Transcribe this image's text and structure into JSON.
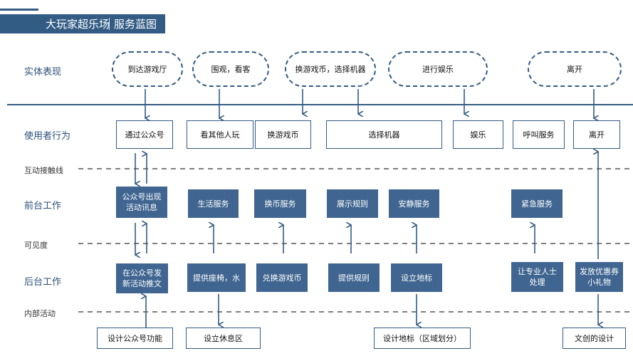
{
  "header": {
    "title": "大玩家超乐场",
    "subtitle": "服务蓝图"
  },
  "rows": {
    "physical": "实体表现",
    "user_actions": "使用者行为",
    "interaction_line": "互动接触线",
    "frontstage": "前台工作",
    "visibility_line": "可见度",
    "backstage": "后台工作",
    "internal_line": "内部活动"
  },
  "physical": [
    "到达游戏厅",
    "围观，看客",
    "换游戏币，选择机器",
    "进行娱乐",
    "离开"
  ],
  "user_actions": [
    "通过公众号",
    "看其他人玩",
    "换游戏币",
    "选择机器",
    "娱乐",
    "呼叫服务",
    "离开"
  ],
  "frontstage": [
    "公众号出现\n活动讯息",
    "生活服务",
    "换币服务",
    "展示规则",
    "安静服务",
    "紧急服务"
  ],
  "backstage": [
    "在公众号发\n新活动推文",
    "提供座椅，水",
    "兑换游戏币",
    "提供规则",
    "设立地标",
    "让专业人士\n处理",
    "发放优惠券\n小礼物"
  ],
  "internal": [
    "设计公众号功能",
    "设立休息区",
    "设计地标（区域划分）",
    "文创的设计"
  ],
  "colors": {
    "primary": "#335c85",
    "box_fill": "#3f6590",
    "label": "#2b4f7a"
  }
}
